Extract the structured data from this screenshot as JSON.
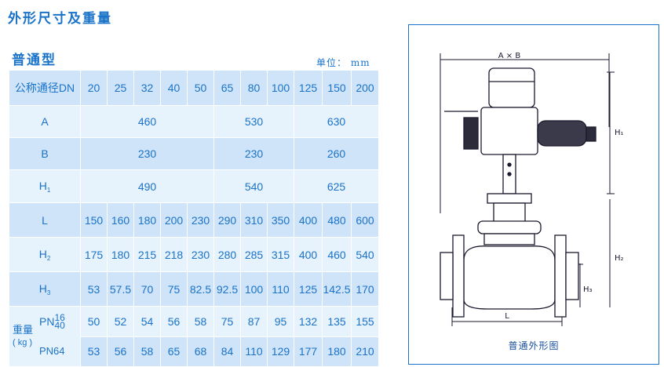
{
  "section_title": "外形尺寸及重量",
  "subtitle": "普通型",
  "unit": "单位： mm",
  "table": {
    "header_label": "公称通径DN",
    "dn": [
      "20",
      "25",
      "32",
      "40",
      "50",
      "65",
      "80",
      "100",
      "125",
      "150",
      "200"
    ],
    "row_A": {
      "label": "A",
      "values": [
        "460",
        "530",
        "630"
      ]
    },
    "row_B": {
      "label": "B",
      "values": [
        "230",
        "230",
        "260"
      ]
    },
    "row_H1": {
      "label": "H",
      "sub": "1",
      "values": [
        "490",
        "540",
        "625"
      ]
    },
    "row_L": {
      "label": "L",
      "values": [
        "150",
        "160",
        "180",
        "200",
        "230",
        "290",
        "310",
        "350",
        "400",
        "480",
        "600"
      ]
    },
    "row_H2": {
      "label": "H",
      "sub": "2",
      "values": [
        "175",
        "180",
        "215",
        "218",
        "230",
        "280",
        "285",
        "315",
        "400",
        "460",
        "540"
      ]
    },
    "row_H3": {
      "label": "H",
      "sub": "3",
      "values": [
        "53",
        "57.5",
        "70",
        "75",
        "82.5",
        "92.5",
        "100",
        "110",
        "125",
        "142.5",
        "170"
      ]
    },
    "weight": {
      "label": "重量",
      "unit": "( kg )",
      "pn_top_prefix": "PN",
      "pn_top_a": "16",
      "pn_top_b": "40",
      "pn_top_values": [
        "50",
        "52",
        "54",
        "56",
        "58",
        "75",
        "87",
        "95",
        "132",
        "135",
        "155"
      ],
      "pn_bottom": "PN64",
      "pn_bottom_values": [
        "53",
        "56",
        "58",
        "65",
        "68",
        "84",
        "110",
        "129",
        "177",
        "180",
        "210"
      ]
    }
  },
  "drawing": {
    "caption": "普通外形图",
    "dim_top": "A × B",
    "dim_h1": "H₁",
    "dim_h2": "H₂",
    "dim_h3": "H₃",
    "dim_l": "L"
  }
}
